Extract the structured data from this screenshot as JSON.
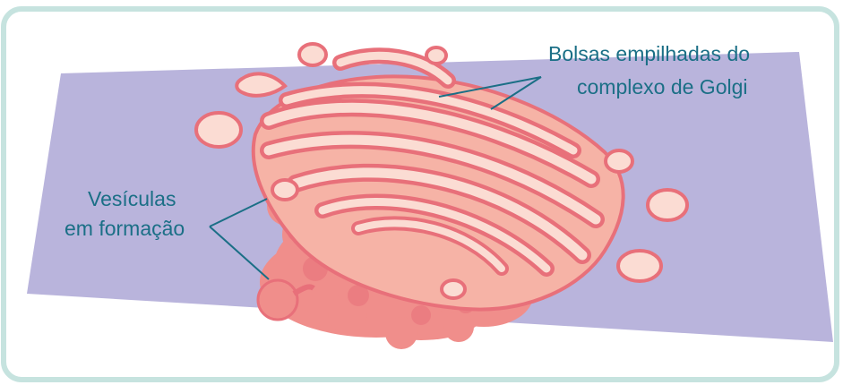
{
  "labels": {
    "golgi_line1": "Bolsas empilhadas do",
    "golgi_line2": "complexo de Golgi",
    "vesicles_line1": "Vesículas",
    "vesicles_line2": "em formação"
  },
  "colors": {
    "frame_border": "#c6e3df",
    "plane": "#b9b4dc",
    "membrane_dark": "#e8707a",
    "membrane_mid": "#f4a59c",
    "lumen": "#fbdcd3",
    "label_text": "#1b6f86"
  }
}
